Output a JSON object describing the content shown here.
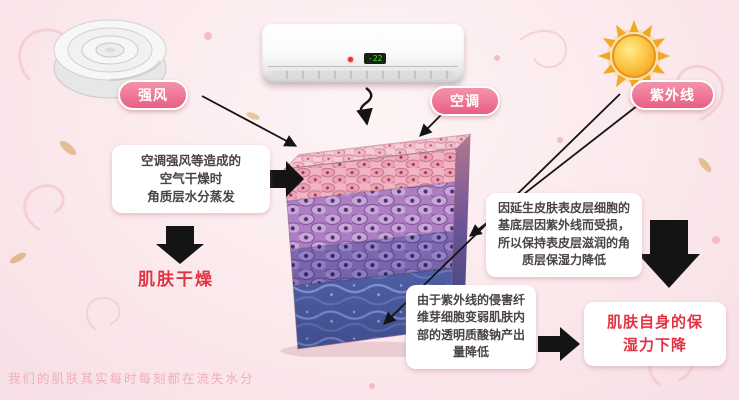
{
  "sources": {
    "wind": {
      "label": "强风"
    },
    "ac": {
      "label": "空调",
      "display": "-22"
    },
    "uv": {
      "label": "紫外线"
    }
  },
  "notes": {
    "dry_air": {
      "lines": [
        "空调强风等造成的",
        "空气干燥时",
        "角质层水分蒸发"
      ]
    },
    "uv_damage": {
      "lines": [
        "因延生皮肤表皮层细胞的",
        "基底层因紫外线而受损，",
        "所以保持表皮层滋润的角",
        "质层保湿力降低"
      ]
    },
    "fibroblast": {
      "lines": [
        "由于紫外线的侵害纤",
        "维芽细胞变弱肌肤内",
        "部的透明质酸钠产出",
        "量降低"
      ]
    }
  },
  "results": {
    "skin_dry": "肌肤干燥",
    "self_moisture": {
      "lines": [
        "肌肤自身的保",
        "湿力下降"
      ]
    }
  },
  "footer": "我们的肌肤其实每时每刻都在流失水分",
  "colors": {
    "label_pill": "#ee7795",
    "result_red": "#e23345",
    "arrow_black": "#141414",
    "background_pink": "#fbe9ec"
  }
}
